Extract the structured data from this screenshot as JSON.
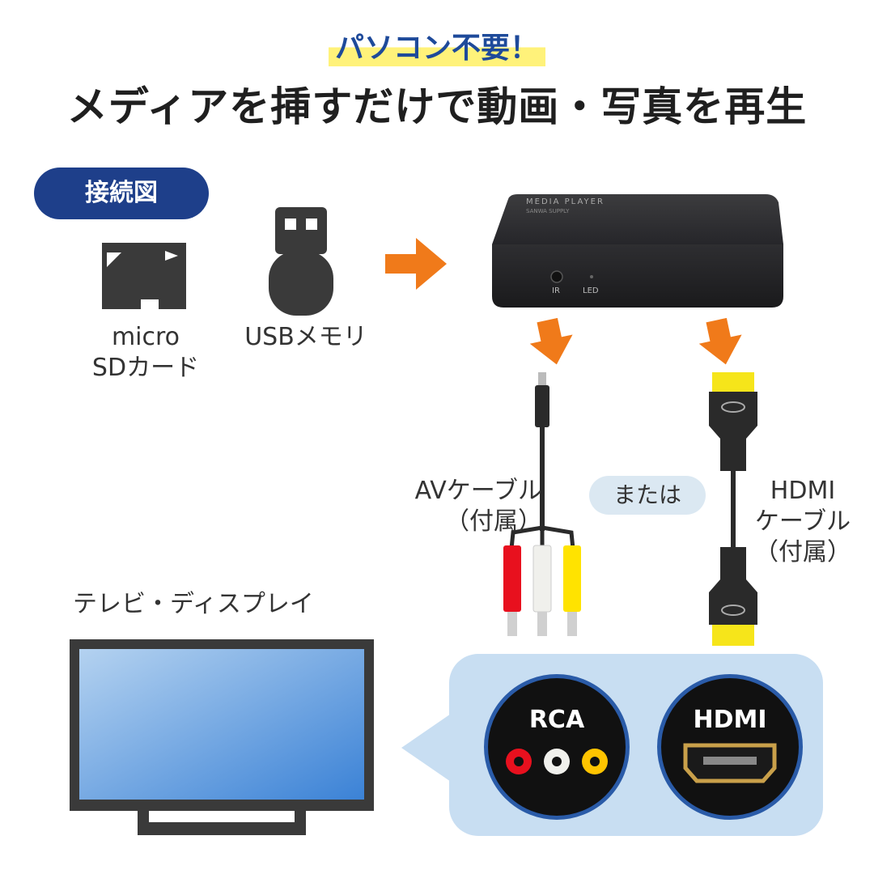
{
  "header": {
    "tagline": "パソコン不要！",
    "headline": "メディアを挿すだけで動画・写真を再生"
  },
  "diagram": {
    "section_label": "接続図",
    "media": [
      {
        "label_line1": "micro",
        "label_line2": "SDカード",
        "icon": "microsd-card-icon"
      },
      {
        "label": "USBメモリ",
        "icon": "usb-stick-icon"
      }
    ],
    "player": {
      "brand_line1": "MEDIA PLAYER",
      "brand_line2": "SANWA SUPPLY",
      "port_ir": "IR",
      "port_led": "LED"
    },
    "av_cable": {
      "line1": "AVケーブル",
      "line2": "（付属）"
    },
    "or_label": "または",
    "hdmi_cable": {
      "line1": "HDMI",
      "line2": "ケーブル",
      "line3": "（付属）"
    },
    "tv_label": "テレビ・ディスプレイ",
    "ports": {
      "rca_label": "RCA",
      "hdmi_label": "HDMI"
    },
    "colors": {
      "accent_orange": "#f07a1a",
      "navy": "#1e3f8a",
      "rca_red": "#e8101e",
      "rca_white": "#f0f0ec",
      "rca_yellow": "#ffe300",
      "hdmi_yellow": "#f6e51a",
      "panel_blue": "#c8def2"
    }
  }
}
